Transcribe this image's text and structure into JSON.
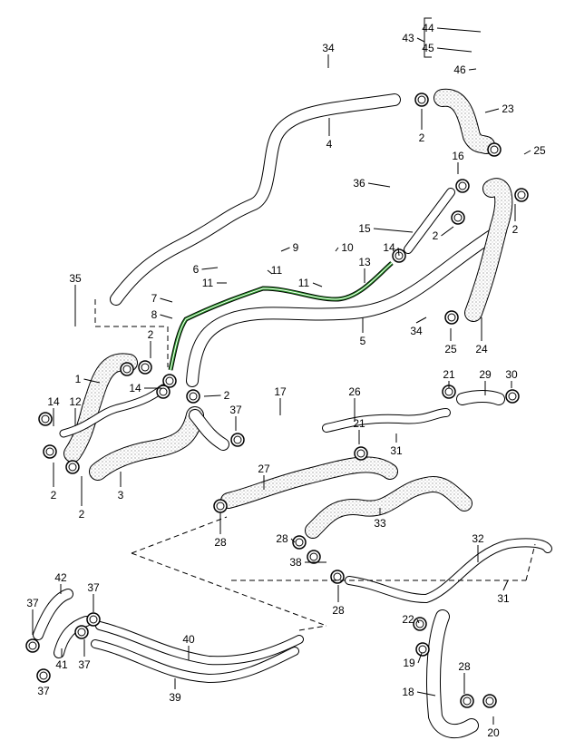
{
  "diagram": {
    "highlight_color": "#2aa02a",
    "highlighted_part": "13",
    "callouts": [
      "44",
      "43",
      "45",
      "46",
      "34",
      "23",
      "2",
      "25",
      "4",
      "16",
      "36",
      "2",
      "15",
      "2",
      "9",
      "10",
      "14",
      "13",
      "6",
      "11",
      "11",
      "11",
      "35",
      "7",
      "8",
      "5",
      "34",
      "25",
      "24",
      "2",
      "1",
      "14",
      "2",
      "17",
      "26",
      "21",
      "29",
      "30",
      "14",
      "12",
      "37",
      "21",
      "31",
      "27",
      "2",
      "3",
      "2",
      "28",
      "28",
      "33",
      "32",
      "38",
      "31",
      "28",
      "42",
      "37",
      "37",
      "22",
      "40",
      "41",
      "37",
      "19",
      "28",
      "37",
      "18",
      "39",
      "20"
    ]
  }
}
